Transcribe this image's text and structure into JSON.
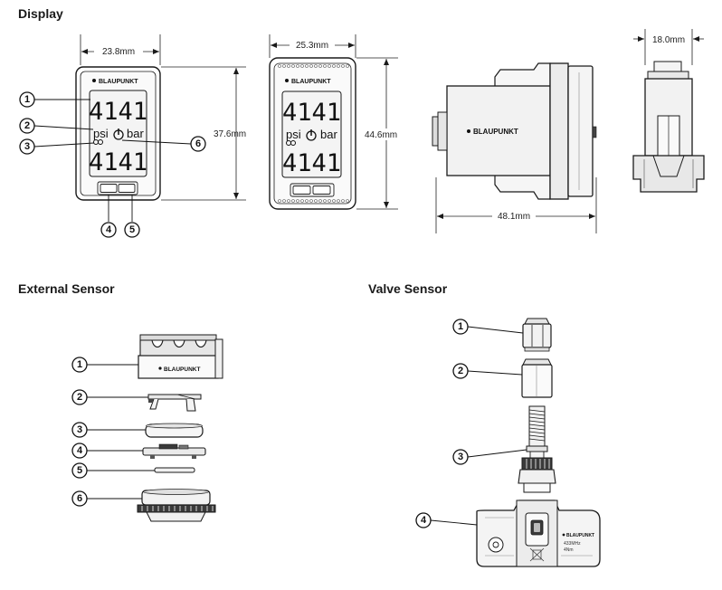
{
  "sections": {
    "display": "Display",
    "external_sensor": "External Sensor",
    "valve_sensor": "Valve Sensor"
  },
  "brand": "BLAUPUNKT",
  "dimensions": {
    "front_width": "23.8mm",
    "front_height": "37.6mm",
    "back_width": "25.3mm",
    "back_height": "44.6mm",
    "side_depth": "48.1mm",
    "end_width": "18.0mm"
  },
  "lcd": {
    "top_digits": "4141",
    "bottom_digits": "4141",
    "unit_left": "psi",
    "unit_right": "bar"
  },
  "display_callouts": [
    "1",
    "2",
    "3",
    "4",
    "5",
    "6"
  ],
  "external_callouts": [
    "1",
    "2",
    "3",
    "4",
    "5",
    "6"
  ],
  "valve_callouts": [
    "1",
    "2",
    "3",
    "4"
  ],
  "valve_label": {
    "freq": "433MHz",
    "torque": "4Nm"
  },
  "colors": {
    "line": "#1a1a1a",
    "fill_light": "#f2f2f2",
    "fill_mid": "#dcdcdc",
    "fill_dark": "#3a3a3a"
  }
}
